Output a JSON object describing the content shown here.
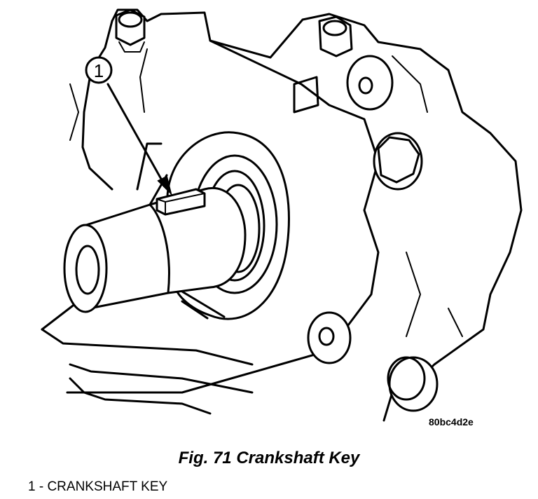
{
  "diagram": {
    "callouts": [
      {
        "number": "1"
      }
    ],
    "image_code": "80bc4d2e",
    "caption": "Fig. 71 Crankshaft Key",
    "legend": [
      {
        "text": "1 - CRANKSHAFT KEY"
      }
    ]
  }
}
